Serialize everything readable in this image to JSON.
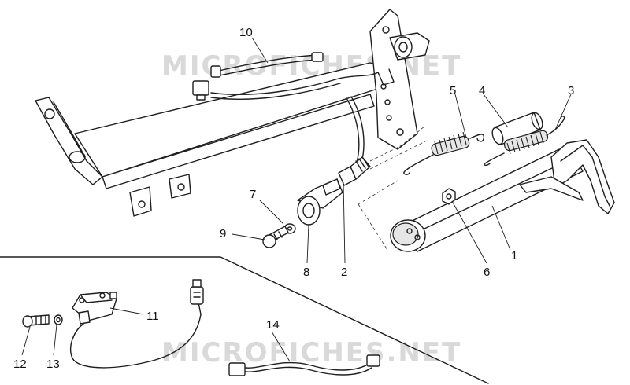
{
  "watermark": {
    "text": "MICROFICHES.NET"
  },
  "callouts": [
    "1",
    "2",
    "3",
    "4",
    "5",
    "6",
    "7",
    "8",
    "9",
    "10",
    "11",
    "12",
    "13",
    "14"
  ]
}
